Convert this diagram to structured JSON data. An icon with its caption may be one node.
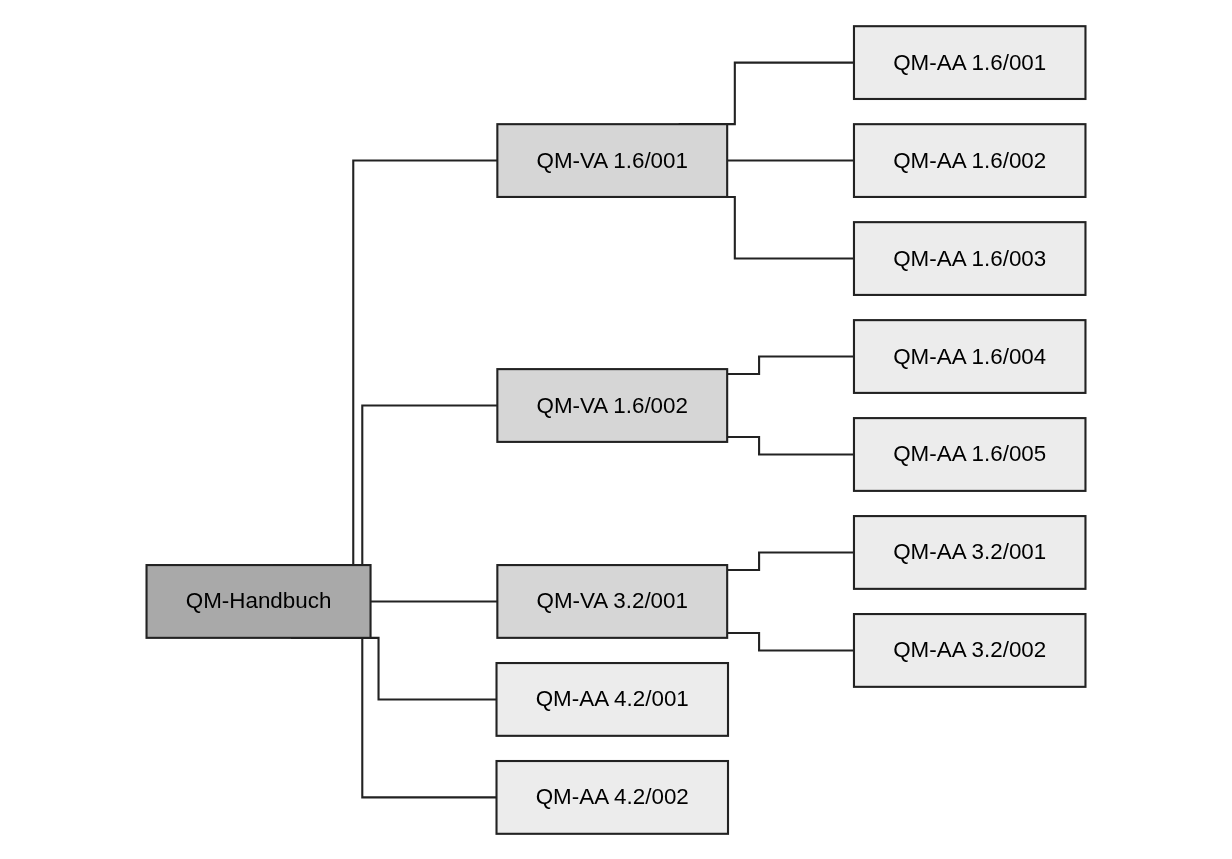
{
  "diagram": {
    "nodes": [
      {
        "text": [
          "QM-Handbuch"
        ]
      },
      {
        "text": [
          "QM-VA 1.6/001"
        ]
      },
      {
        "text": [
          "QM-AA 1.6/001"
        ]
      },
      {
        "text": [
          "QM-AA 1.6/002"
        ]
      },
      {
        "text": [
          "QM-AA 1.6/003"
        ]
      },
      {
        "text": [
          "QM-VA 1.6/002"
        ]
      },
      {
        "text": [
          "QM-AA 1.6/004"
        ]
      },
      {
        "text": [
          "QM-AA 1.6/005"
        ]
      },
      {
        "text": [
          "QM-VA 3.2/001"
        ]
      },
      {
        "text": [
          "QM-AA 3.2/001"
        ]
      },
      {
        "text": [
          "QM-AA 3.2/002"
        ]
      },
      {
        "text": [
          "QM-AA 4.2/001"
        ]
      },
      {
        "text": [
          "QM-AA 4.2/002"
        ]
      }
    ],
    "edges": [
      {
        "from": 0,
        "to": 1,
        "arrow": "none"
      },
      {
        "from": 1,
        "to": 2,
        "arrow": "none"
      },
      {
        "from": 1,
        "to": 3,
        "arrow": "none"
      },
      {
        "from": 1,
        "to": 4,
        "arrow": "none"
      },
      {
        "from": 0,
        "to": 5,
        "arrow": "none"
      },
      {
        "from": 5,
        "to": 6,
        "arrow": "none"
      },
      {
        "from": 5,
        "to": 7,
        "arrow": "none"
      },
      {
        "from": 0,
        "to": 8,
        "arrow": "none"
      },
      {
        "from": 8,
        "to": 9,
        "arrow": "none"
      },
      {
        "from": 8,
        "to": 10,
        "arrow": "none"
      },
      {
        "from": 0,
        "to": 11,
        "arrow": "none"
      },
      {
        "from": 0,
        "to": 12,
        "arrow": "none"
      }
    ]
  }
}
